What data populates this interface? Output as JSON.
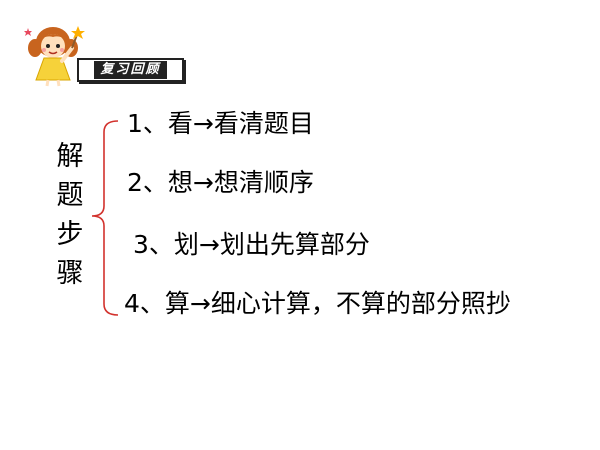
{
  "badge": {
    "label": "复习回顾"
  },
  "side_label": {
    "chars": [
      "解",
      "题",
      "步",
      "骤"
    ]
  },
  "steps": [
    {
      "text": "1、看→看清题目"
    },
    {
      "text": "2、想→想清顺序"
    },
    {
      "text": "3、划→划出先算部分"
    },
    {
      "text": "4、算→细心计算，不算的部分照抄"
    }
  ],
  "colors": {
    "brace": "#d2322d",
    "text": "#000000",
    "badge_bg": "#222222"
  }
}
